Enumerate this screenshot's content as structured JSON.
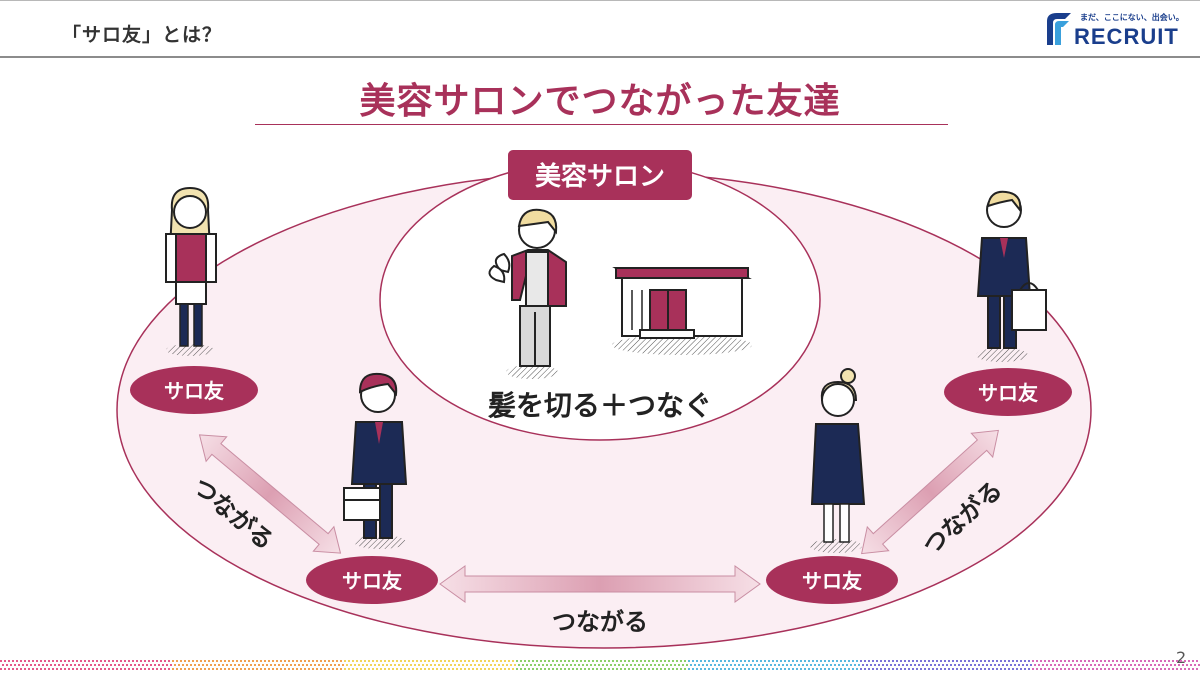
{
  "header": {
    "title": "「サロ友」とは？",
    "logo_tagline": "まだ、ここにない、出会い。",
    "logo_word": "RECRUIT"
  },
  "main_title": "美容サロンでつながった友達",
  "salon": {
    "badge": "美容サロン",
    "caption": "髪を切る＋つなぐ"
  },
  "friends": {
    "top_left": "サロ友",
    "top_right": "サロ友",
    "bottom_left": "サロ友",
    "bottom_right": "サロ友"
  },
  "connections": {
    "left": "つながる",
    "bottom": "つながる",
    "right": "つながる"
  },
  "page_number": "2",
  "colors": {
    "accent": "#a8315a",
    "ellipse_fill": "#fbeef3",
    "navy": "#1c2a55",
    "logo_blue": "#1a3e8c"
  }
}
